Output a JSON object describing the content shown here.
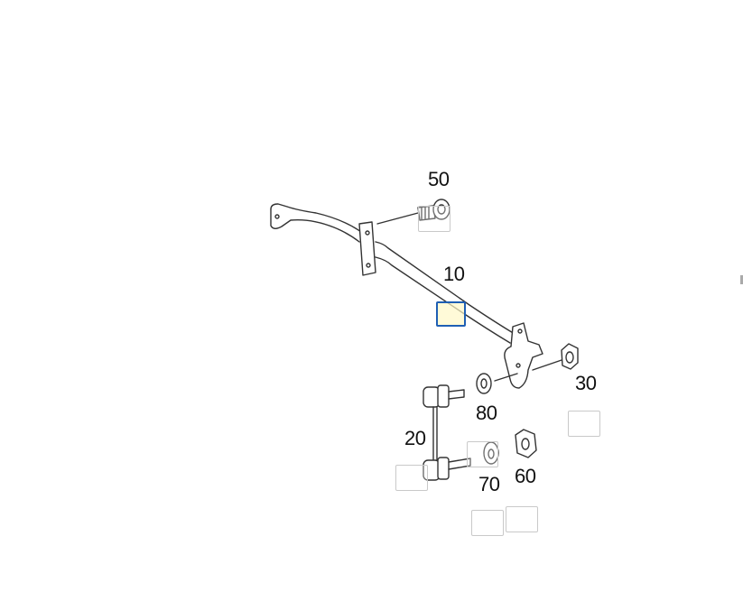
{
  "diagram": {
    "callouts": [
      {
        "id": "50",
        "label": "50"
      },
      {
        "id": "10",
        "label": "10"
      },
      {
        "id": "30",
        "label": "30"
      },
      {
        "id": "80",
        "label": "80"
      },
      {
        "id": "20",
        "label": "20"
      },
      {
        "id": "70",
        "label": "70"
      },
      {
        "id": "60",
        "label": "60"
      }
    ],
    "selected_part": "10",
    "colors": {
      "line": "#333333",
      "selection": "#1f5fb4",
      "selection_fill": "#fff8c8",
      "hotspot_border": "#c9c9c9"
    }
  }
}
